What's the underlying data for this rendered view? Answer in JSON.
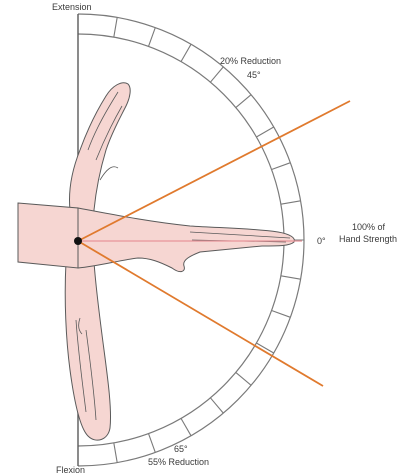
{
  "labels": {
    "extension": "Extension",
    "flexion": "Flexion",
    "reduction_extension_pct": "20% Reduction",
    "reduction_extension_deg": "45°",
    "zero_deg": "0°",
    "full_strength_line1": "100% of",
    "full_strength_line2": "Hand Strength",
    "reduction_flexion_deg": "65°",
    "reduction_flexion_pct": "55% Reduction"
  },
  "colors": {
    "angle_lines": "#e07a2e",
    "protractor": "#7a7a7a",
    "hand_fill": "#f6d6d2",
    "hand_outline": "#5a5a5a",
    "reference_line": "#e8959a"
  }
}
